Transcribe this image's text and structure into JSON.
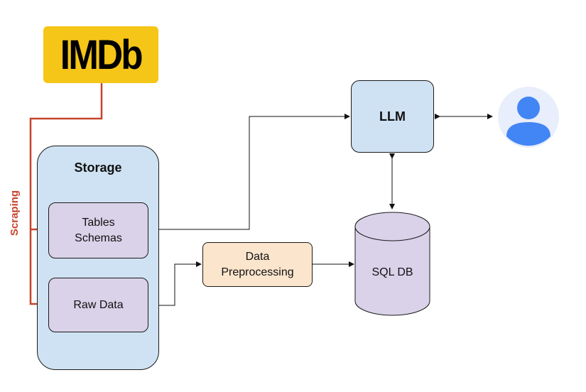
{
  "nodes": {
    "imdb_logo": "IMDb",
    "storage": "Storage",
    "tables_schemas": [
      "Tables",
      "Schemas"
    ],
    "raw_data": "Raw Data",
    "data_preprocessing": [
      "Data",
      "Preprocessing"
    ],
    "llm": "LLM",
    "sql_db": "SQL DB"
  },
  "edges": {
    "scraping_label": "Scraping"
  },
  "colors": {
    "imdb_yellow": "#f5c518",
    "storage_blue": "#cfe2f3",
    "tables_purple": "#d9d2e9",
    "prep_orange": "#fce5cd",
    "scraping_red": "#c6442c",
    "user_blue": "#4285f4",
    "user_bg": "#e8eefc"
  },
  "icons": {
    "user": "user-avatar-icon"
  }
}
